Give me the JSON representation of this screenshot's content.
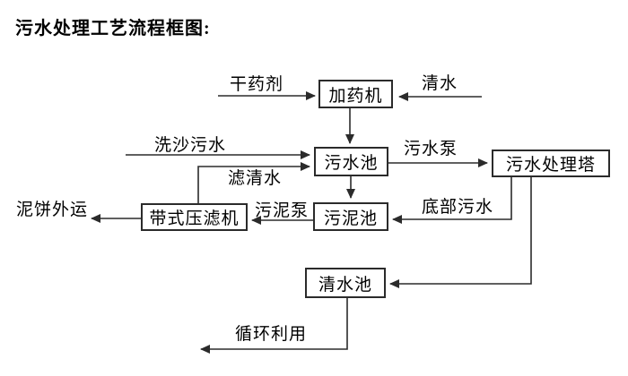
{
  "title": "污水处理工艺流程框图:",
  "nodes": {
    "dosing_machine": "加药机",
    "sewage_pool": "污水池",
    "treatment_tower": "污水处理塔",
    "sludge_pool": "污泥池",
    "belt_filter_press": "带式压滤机",
    "clean_water_pool": "清水池"
  },
  "edges": [
    {
      "label": "干药剂",
      "to": "加药机"
    },
    {
      "label": "清水",
      "to": "加药机"
    },
    {
      "from": "加药机",
      "to": "污水池"
    },
    {
      "label": "洗沙污水",
      "to": "污水池"
    },
    {
      "label": "滤清水",
      "from": "带式压滤机",
      "to": "污水池"
    },
    {
      "label": "污水泵",
      "from": "污水池",
      "to": "污水处理塔"
    },
    {
      "from": "污水池",
      "to": "污泥池"
    },
    {
      "label": "底部污水",
      "from": "污水处理塔",
      "to": "污泥池"
    },
    {
      "label": "污泥泵",
      "from": "污泥池",
      "to": "带式压滤机"
    },
    {
      "label": "泥饼外运",
      "from": "带式压滤机"
    },
    {
      "from": "污水处理塔",
      "to": "清水池"
    },
    {
      "label": "循环利用",
      "from": "清水池"
    }
  ],
  "colors": {
    "background": "#ffffff",
    "line": "#2b2b2b",
    "text": "#000000"
  }
}
